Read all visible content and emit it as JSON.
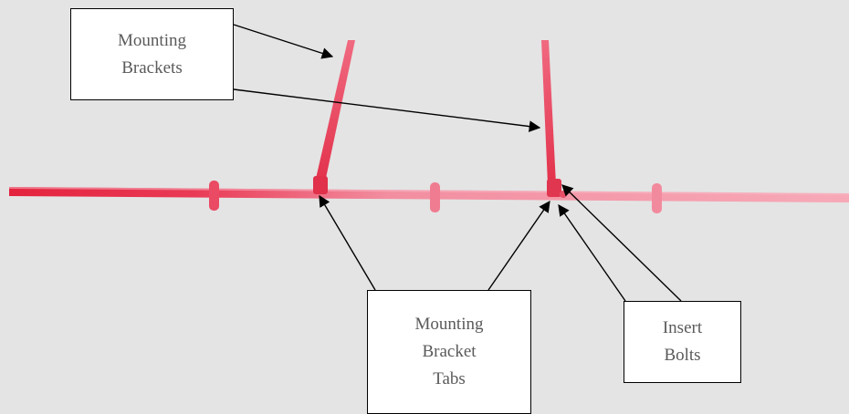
{
  "colors": {
    "background": "#e4e4e4",
    "rail_dark": "#e4233e",
    "rail_light": "#f497a8",
    "bracket": "#e33a52",
    "arrow": "#000000",
    "callout_text": "#5a5a5a"
  },
  "callouts": {
    "mounting_brackets": {
      "line1": "Mounting",
      "line2": "Brackets"
    },
    "mounting_bracket_tabs": {
      "line1": "Mounting",
      "line2": "Bracket",
      "line3": "Tabs"
    },
    "insert_bolts": {
      "line1": "Insert",
      "line2": "Bolts"
    }
  }
}
